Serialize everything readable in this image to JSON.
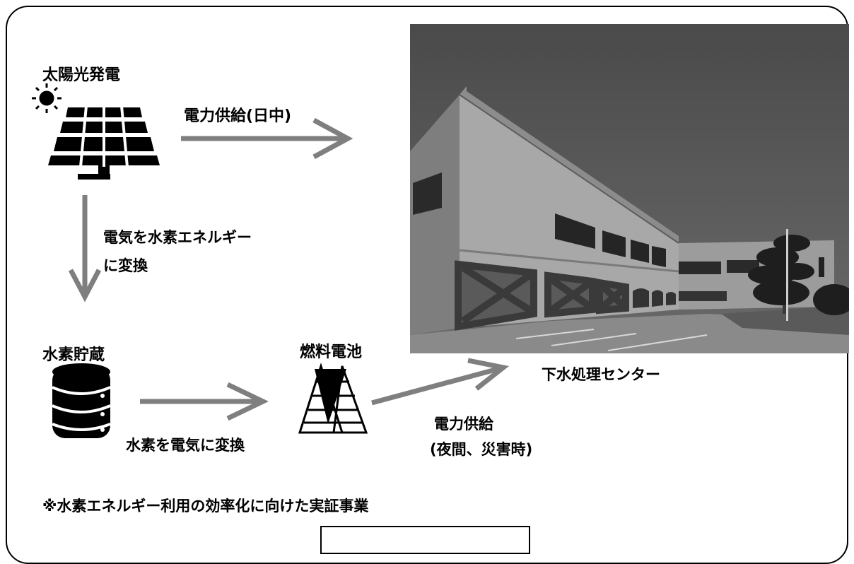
{
  "labels": {
    "solar": "太陽光発電",
    "supply_day": "電力供給(日中)",
    "convert_to_h2_line1": "電気を水素エネルギー",
    "convert_to_h2_line2": "に変換",
    "h2_storage": "水素貯蔵",
    "fuel_cell": "燃料電池",
    "h2_to_power": "水素を電気に変換",
    "supply_night_line1": "電力供給",
    "supply_night_line2": "(夜間、災害時)",
    "facility": "下水処理センター",
    "note": "※水素エネルギー利用の効率化に向けた実証事業"
  },
  "icons": {
    "sun": "sun-icon",
    "solar_panel": "solar-panel-icon",
    "storage": "database-icon",
    "fuel_cell": "fuel-cell-stack-icon",
    "photo": "sewage-treatment-center-photo"
  },
  "colors": {
    "arrow": "#7f7f7f",
    "text": "#000000",
    "frame": "#000000"
  }
}
